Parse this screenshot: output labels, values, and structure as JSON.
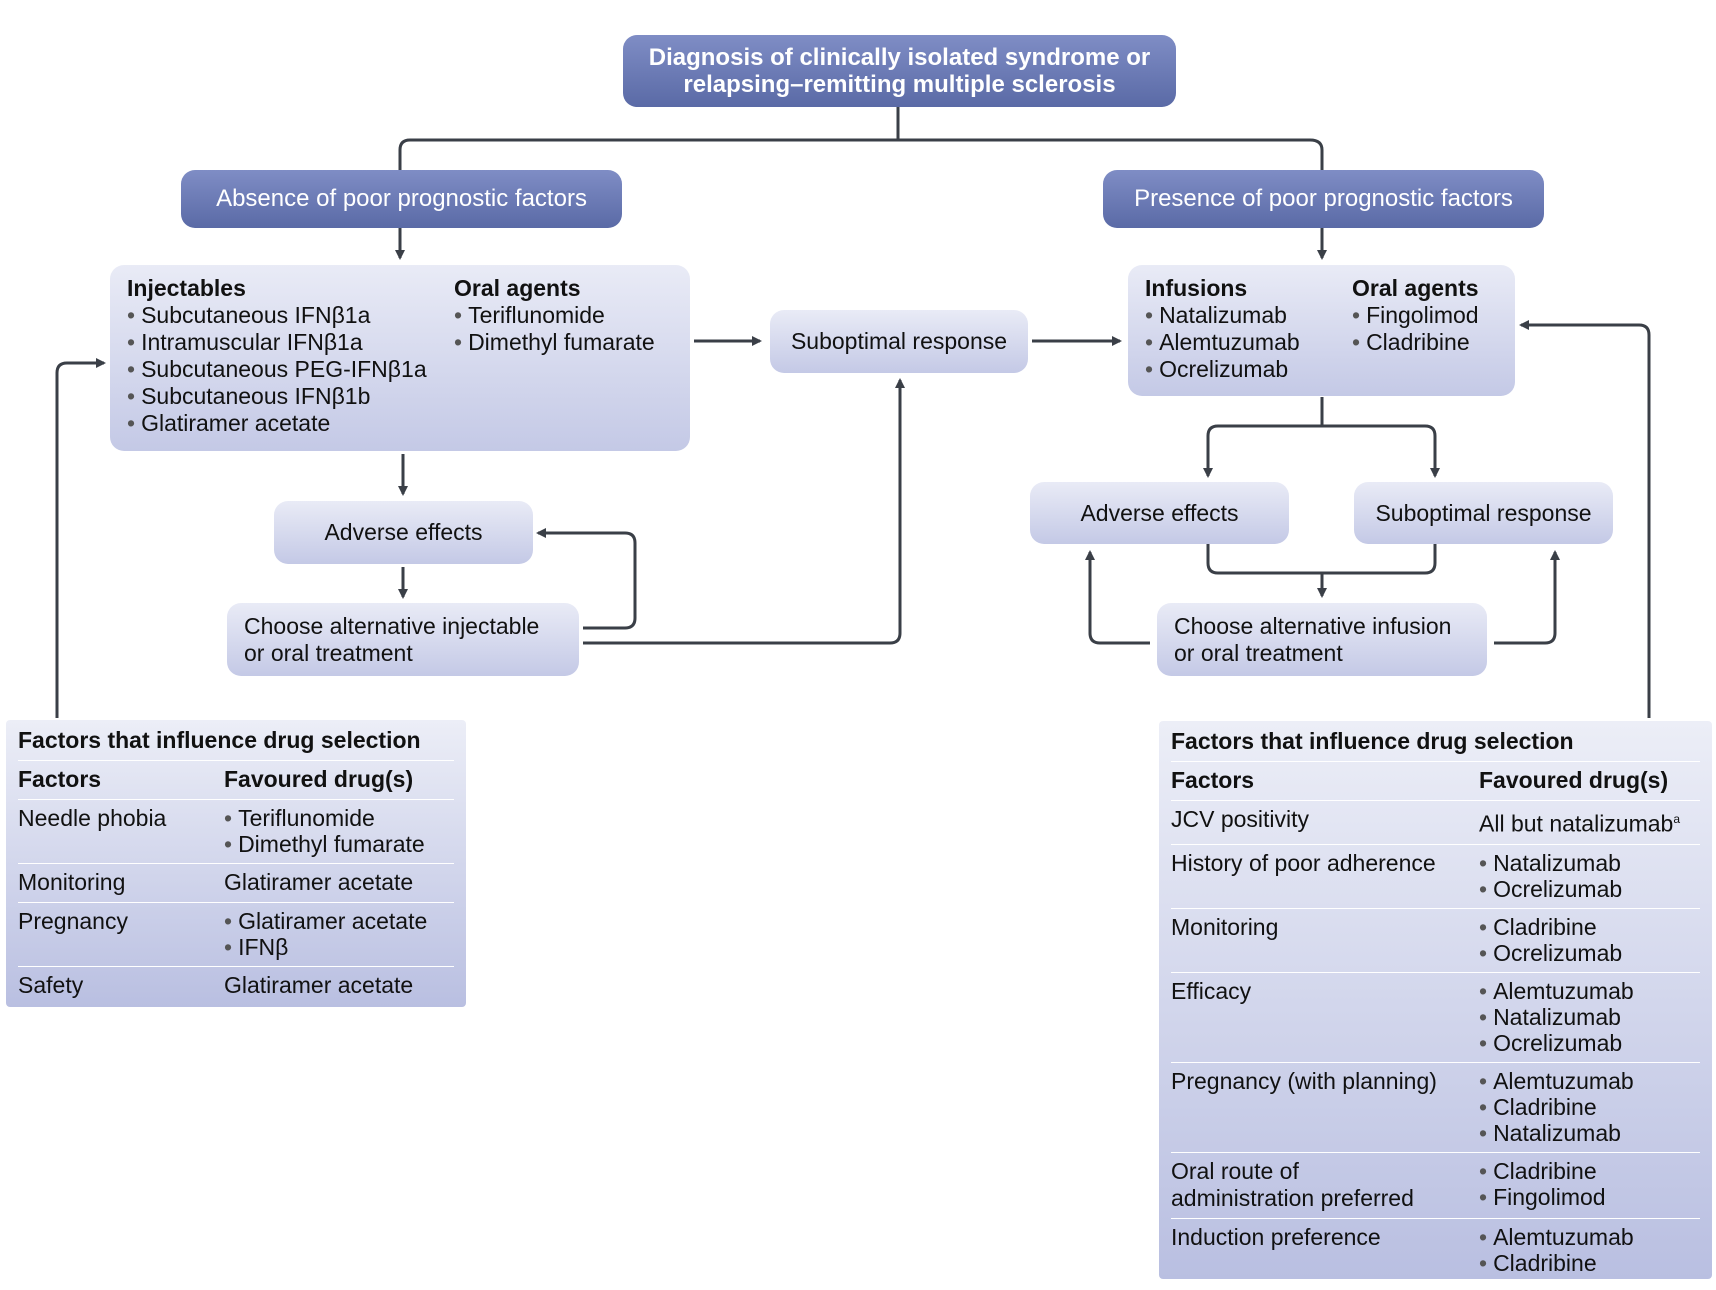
{
  "title": "Diagnosis of clinically isolated syndrome or relapsing–remitting multiple sclerosis",
  "left": {
    "header": "Absence of poor prognostic factors",
    "treatments": {
      "col1_title": "Injectables",
      "col1_items": [
        "Subcutaneous IFNβ1a",
        "Intramuscular IFNβ1a",
        "Subcutaneous PEG-IFNβ1a",
        "Subcutaneous IFNβ1b",
        "Glatiramer acetate"
      ],
      "col2_title": "Oral agents",
      "col2_items": [
        "Teriflunomide",
        "Dimethyl fumarate"
      ]
    },
    "adverse": "Adverse effects",
    "alternative": "Choose alternative injectable or oral treatment"
  },
  "middle": {
    "suboptimal": "Suboptimal response"
  },
  "right": {
    "header": "Presence of poor prognostic factors",
    "treatments": {
      "col1_title": "Infusions",
      "col1_items": [
        "Natalizumab",
        "Alemtuzumab",
        "Ocrelizumab"
      ],
      "col2_title": "Oral agents",
      "col2_items": [
        "Fingolimod",
        "Cladribine"
      ]
    },
    "adverse": "Adverse effects",
    "suboptimal": "Suboptimal response",
    "alternative": "Choose alternative infusion or oral treatment"
  },
  "left_table": {
    "title": "Factors that influence drug selection",
    "col_factor": "Factors",
    "col_drugs": "Favoured drug(s)",
    "rows": [
      {
        "factor": "Needle phobia",
        "drugs": [
          "Teriflunomide",
          "Dimethyl fumarate"
        ]
      },
      {
        "factor": "Monitoring",
        "drugs": [
          "Glatiramer acetate"
        ]
      },
      {
        "factor": "Pregnancy",
        "drugs": [
          "Glatiramer acetate",
          "IFNβ"
        ]
      },
      {
        "factor": "Safety",
        "drugs": [
          "Glatiramer acetate"
        ]
      }
    ]
  },
  "right_table": {
    "title": "Factors that influence drug selection",
    "col_factor": "Factors",
    "col_drugs": "Favoured drug(s)",
    "rows": [
      {
        "factor": "JCV positivity",
        "drugs": [
          "All but natalizumab"
        ],
        "note": "a"
      },
      {
        "factor": "History of poor adherence",
        "drugs": [
          "Natalizumab",
          "Ocrelizumab"
        ]
      },
      {
        "factor": "Monitoring",
        "drugs": [
          "Cladribine",
          "Ocrelizumab"
        ]
      },
      {
        "factor": "Efficacy",
        "drugs": [
          "Alemtuzumab",
          "Natalizumab",
          "Ocrelizumab"
        ]
      },
      {
        "factor": "Pregnancy (with planning)",
        "drugs": [
          "Alemtuzumab",
          "Cladribine",
          "Natalizumab"
        ]
      },
      {
        "factor": "Oral route of administration preferred",
        "drugs": [
          "Cladribine",
          "Fingolimod"
        ]
      },
      {
        "factor": "Induction preference",
        "drugs": [
          "Alemtuzumab",
          "Cladribine"
        ]
      }
    ]
  }
}
